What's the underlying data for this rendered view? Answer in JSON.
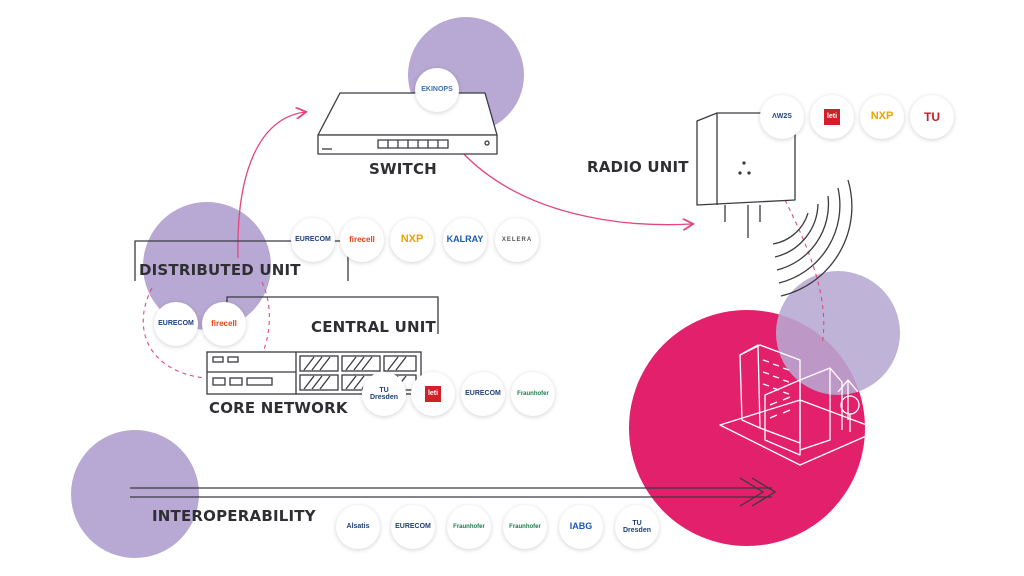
{
  "nodes": {
    "switch": {
      "label": "SWITCH",
      "partners": [
        "EKINOPS"
      ]
    },
    "radio_unit": {
      "label": "RADIO UNIT",
      "partners": [
        "ΛW2S",
        "leti",
        "NXP",
        "TU"
      ]
    },
    "distributed_unit": {
      "label": "DISTRIBUTED UNIT",
      "partners": [
        "EURECOM",
        "firecell",
        "NXP",
        "KALRAY",
        "XELERA"
      ]
    },
    "central_unit": {
      "label": "CENTRAL UNIT",
      "partners": [
        "EURECOM",
        "firecell"
      ]
    },
    "core_network": {
      "label": "CORE NETWORK",
      "partners": [
        "TU Dresden",
        "leti",
        "EURECOM",
        "Fraunhofer"
      ]
    },
    "interoperability": {
      "label": "INTEROPERABILITY",
      "partners": [
        "Alsatis",
        "EURECOM",
        "Fraunhofer",
        "Fraunhofer",
        "IABG",
        "TU Dresden"
      ]
    }
  },
  "colors": {
    "lilac": "#b7a9d3",
    "magenta": "#e3206b",
    "line": "#3a3a40",
    "arrow": "#e3477f"
  }
}
